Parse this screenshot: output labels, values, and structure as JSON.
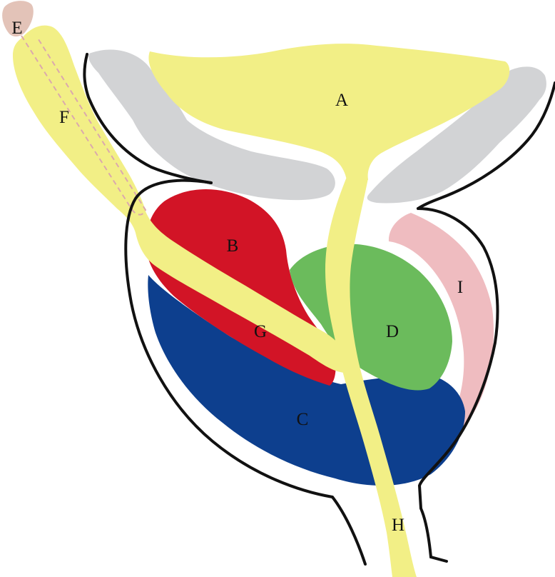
{
  "labels": {
    "A": "A",
    "B": "B",
    "C": "C",
    "D": "D",
    "E": "E",
    "F": "F",
    "G": "G",
    "H": "H",
    "I": "I"
  },
  "colors": {
    "yellow": "#f2ef86",
    "gray": "#d2d3d5",
    "red": "#d21426",
    "blue": "#0d3f8e",
    "green": "#6bbb5c",
    "pink": "#efbcc0",
    "tan": "#e3c3b8",
    "outline": "#111111",
    "dashes": "#dba8ad"
  }
}
